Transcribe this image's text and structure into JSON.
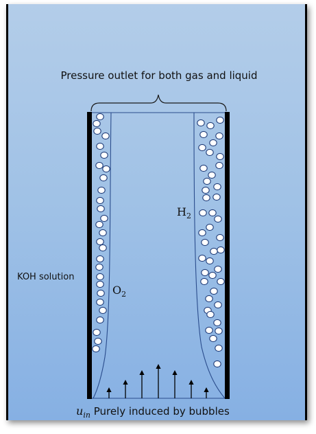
{
  "labels": {
    "outlet": "Pressure outlet for both gas and liquid",
    "solution": "KOH solution",
    "o2_main": "O",
    "o2_sub": "2",
    "h2_main": "H",
    "h2_sub": "2",
    "inlet_var": "u",
    "inlet_sub": "in",
    "inlet_text": " Purely induced by bubbles"
  },
  "colors": {
    "background_top": "#b3cde9",
    "background_bottom": "#86b0e3",
    "boundary_line": "#2a4c8c",
    "electrode": "#000000",
    "bubble_fill": "#ffffff",
    "bubble_stroke": "#203c78"
  },
  "bubbles_left_count": 28,
  "bubbles_right_count": 44,
  "inlet_arrow_count": 7
}
